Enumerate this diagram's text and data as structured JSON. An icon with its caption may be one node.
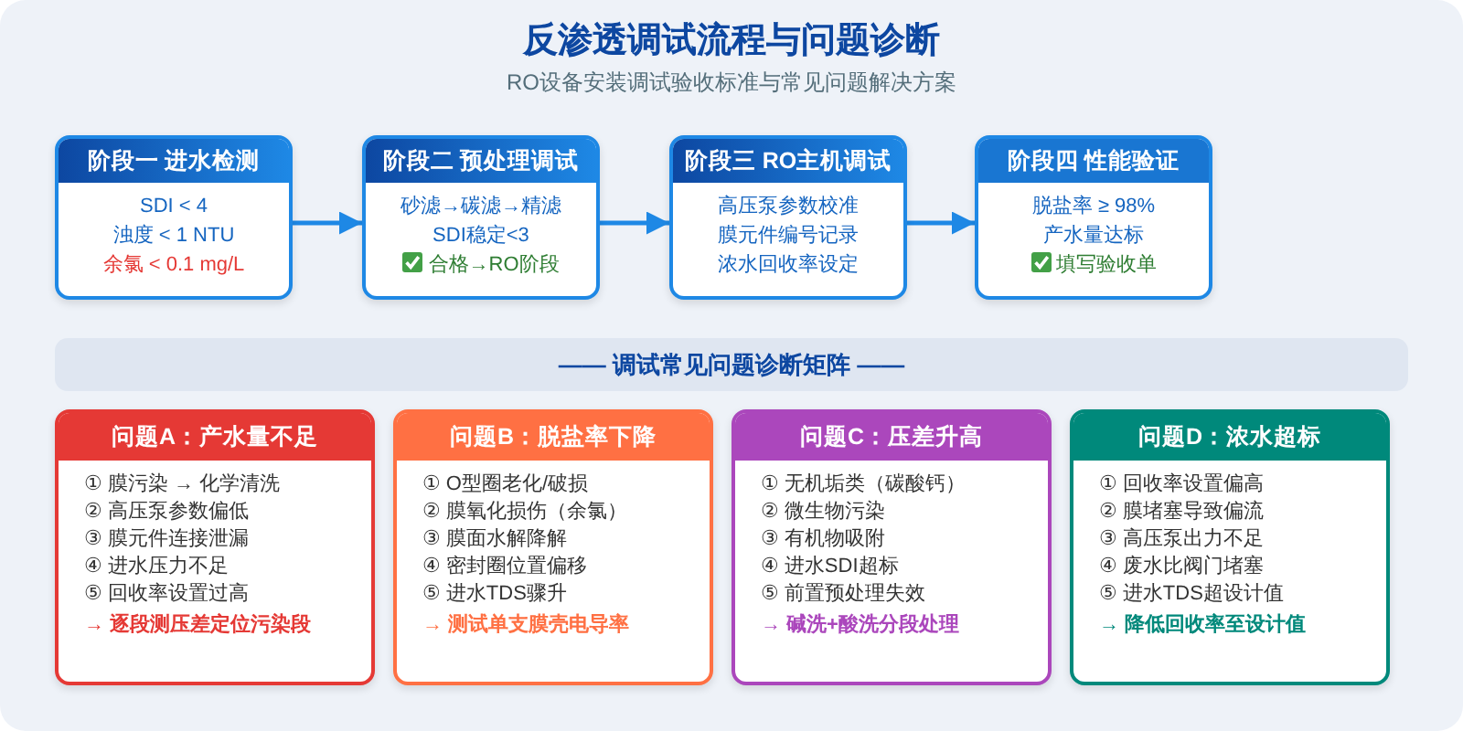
{
  "diagram": {
    "title": "反渗透调试流程与问题诊断",
    "caption": "RO设备安装调试验收标准与常见问题解决方案",
    "nodes": [
      {
        "text": [
          "阶段一 进水检测",
          "SDI < 4",
          "浊度 < 1 NTU",
          "余氯 < 0.1 mg/L"
        ]
      },
      {
        "text": [
          "阶段二 预处理调试",
          "砂滤→碳滤→精滤",
          "SDI稳定<3",
          "合格→RO阶段"
        ]
      },
      {
        "text": [
          "阶段三 RO主机调试",
          "高压泵参数校准",
          "膜元件编号记录",
          "浓水回收率设定"
        ]
      },
      {
        "text": [
          "阶段四 性能验证",
          "脱盐率 ≥ 98%",
          "产水量达标",
          "填写验收单"
        ]
      },
      {
        "text": [
          "—— 调试常见问题诊断矩阵 ——"
        ]
      },
      {
        "text": [
          "问题A：产水量不足",
          "① 膜污染 → 化学清洗",
          "② 高压泵参数偏低",
          "③ 膜元件连接泄漏",
          "④ 进水压力不足",
          "⑤ 回收率设置过高",
          "→ 逐段测压差定位污染段"
        ]
      },
      {
        "text": [
          "问题B：脱盐率下降",
          "① O型圈老化/破损",
          "② 膜氧化损伤（余氯）",
          "③ 膜面水解降解",
          "④ 密封圈位置偏移",
          "⑤ 进水TDS骤升",
          "→ 测试单支膜壳电导率"
        ]
      },
      {
        "text": [
          "问题C：压差升高",
          "① 无机垢类（碳酸钙）",
          "② 微生物污染",
          "③ 有机物吸附",
          "④ 进水SDI超标",
          "⑤ 前置预处理失效",
          "→ 碱洗+酸洗分段处理"
        ]
      },
      {
        "text": [
          "问题D：浓水超标",
          "① 回收率设置偏高",
          "② 膜堵塞导致偏流",
          "③ 高压泵出力不足",
          "④ 废水比阀门堵塞",
          "⑤ 进水TDS超设计值",
          "→ 降低回收率至设计值"
        ]
      }
    ],
    "edges": [
      {
        "from": 0,
        "to": 1,
        "arrow": "to"
      },
      {
        "from": 1,
        "to": 2,
        "arrow": "to"
      },
      {
        "from": 2,
        "to": 3,
        "arrow": "to"
      }
    ]
  }
}
